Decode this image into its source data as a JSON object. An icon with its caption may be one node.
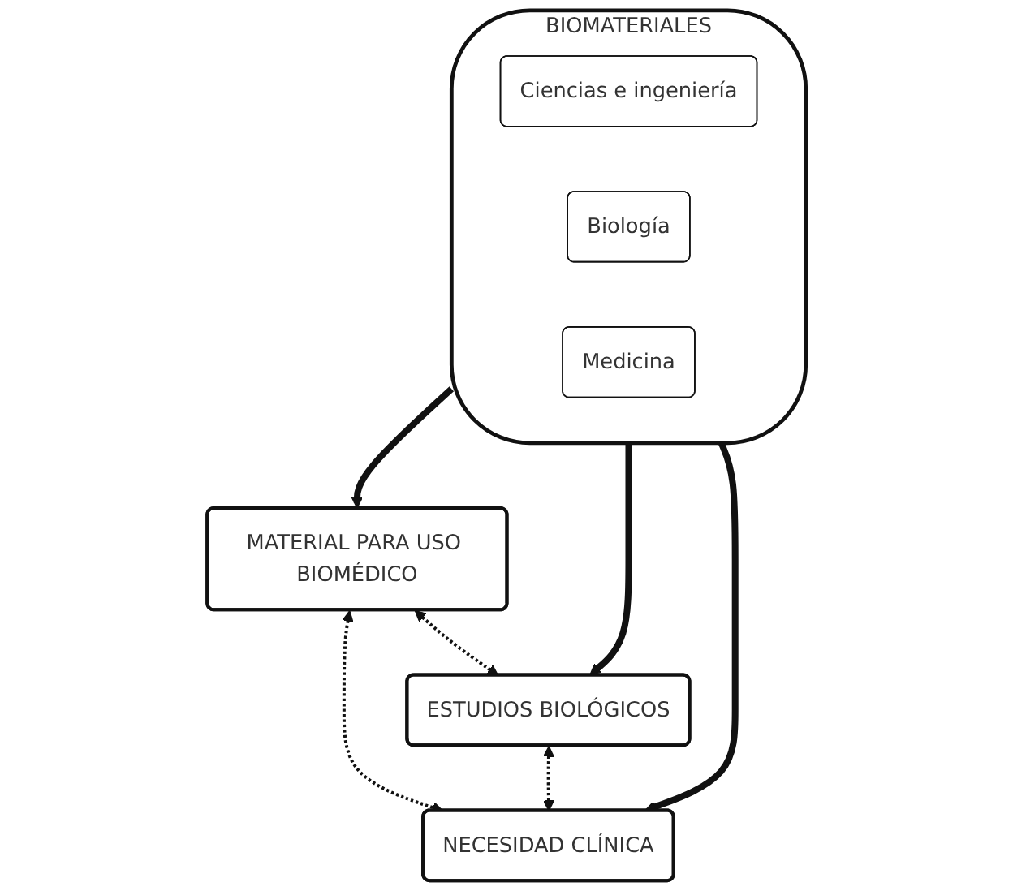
{
  "diagram": {
    "nodes": [
      {
        "text": [
          "MATERIAL PARA USO BIOMÉDICO"
        ]
      },
      {
        "text": [
          "ESTUDIOS BIOLÓGICOS"
        ]
      },
      {
        "text": [
          "BIOMATERIALES"
        ]
      },
      {
        "text": [
          "Ciencias e ingeniería"
        ],
        "in": 2
      },
      {
        "text": [
          "Biología"
        ],
        "in": 2
      },
      {
        "text": [
          "Medicina"
        ],
        "in": 2
      },
      {
        "text": [
          "NECESIDAD CLÍNICA"
        ]
      }
    ],
    "edges": [
      {
        "from": 2,
        "to": 0,
        "arrow": "to",
        "style": "thick"
      },
      {
        "from": 2,
        "to": 1,
        "arrow": "to",
        "style": "thick"
      },
      {
        "from": 2,
        "to": 6,
        "arrow": "to",
        "style": "thick"
      },
      {
        "from": 0,
        "to": 1,
        "arrow": "both",
        "style": "dashed"
      },
      {
        "from": 0,
        "to": 6,
        "arrow": "both",
        "style": "dashed"
      },
      {
        "from": 1,
        "to": 6,
        "arrow": "both",
        "style": "dashed"
      }
    ]
  }
}
